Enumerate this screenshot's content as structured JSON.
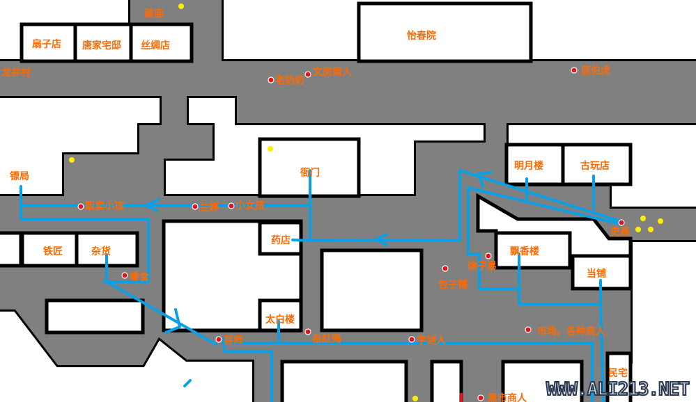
{
  "map": {
    "colors": {
      "road": "#808080",
      "wall": "#000000",
      "label": "#ff6a00",
      "route": "#0aa0e6",
      "npc_dot": "#e8101c",
      "item_dot": "#ffee00"
    },
    "places": {
      "broken_temple": "破庙",
      "fan_shop": "扇子店",
      "tang_mansion": "唐家宅邸",
      "silk_shop": "丝绸店",
      "yichun_court": "怡春院",
      "longjing_village": "龙井村",
      "yamen": "衙门",
      "mingyue_tower": "明月楼",
      "antique_shop": "古玩店",
      "escort_agency": "镖局",
      "pharmacy": "药店",
      "blacksmith": "铁匠",
      "grocery": "杂货",
      "piaoxiang_tower": "飘香楼",
      "pawnshop": "当铺",
      "bun_shop": "包子铺",
      "taibai_tower": "太白楼",
      "residence": "民宅",
      "market": "市场，各种商人"
    },
    "npcs": {
      "granny": "老奶奶",
      "stationery_merchant": "文房商人",
      "tang_bohu": "唐伯虎",
      "child_seller": "贩卖小孩",
      "lanting": "兰婷",
      "little_girl": "小女孩",
      "snacks": "零食",
      "shi_yan": "史燕",
      "xu_ziyi": "徐子易",
      "master": "易师",
      "qin_hongshang": "秦红殇",
      "riddle_man": "字谜人",
      "black_market": "黑市商人"
    },
    "watermark": "WWW.ALI213.NET"
  }
}
